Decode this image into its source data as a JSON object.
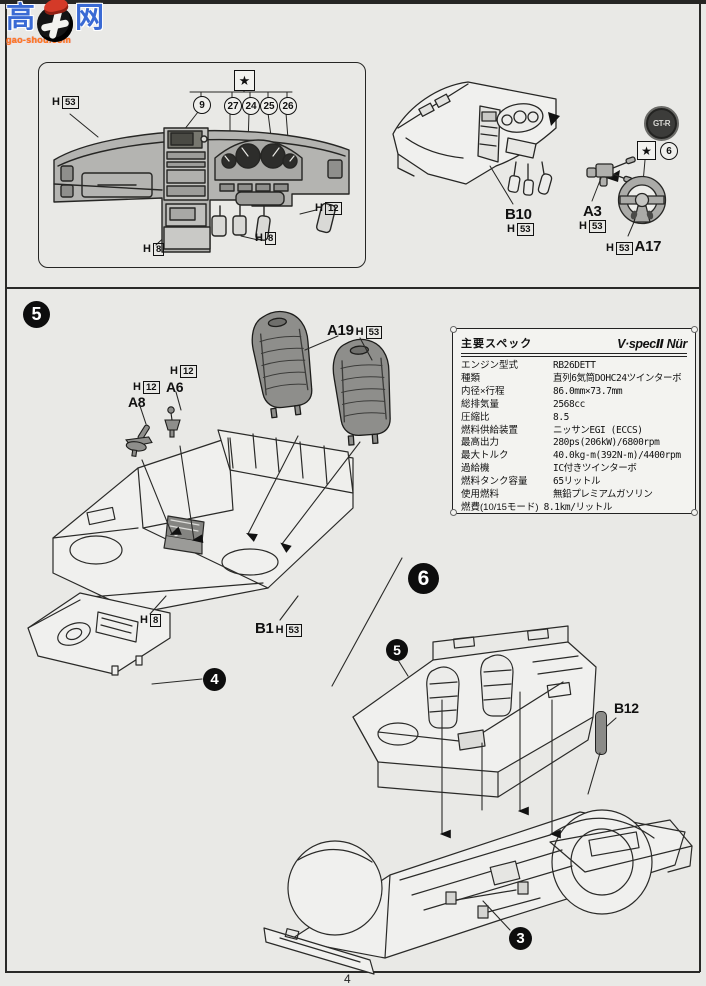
{
  "watermark": {
    "char_left": "高",
    "char_right": "网",
    "domain": "gao-shou.com"
  },
  "page": {
    "number": "4"
  },
  "symbols": {
    "star": "★"
  },
  "gauge_callouts": [
    "9",
    "27",
    "24",
    "25",
    "26"
  ],
  "codes": {
    "h": "H",
    "n53": "53",
    "n12": "12",
    "n8": "8",
    "b10": "B10",
    "a3": "A3",
    "a17": "A17",
    "a19": "A19",
    "a8": "A8",
    "a6": "A6",
    "b1": "B1",
    "b12": "B12",
    "badge": "GT-R"
  },
  "steps": {
    "three": "3",
    "four": "4",
    "five": "5",
    "six": "6",
    "six_small": "6"
  },
  "spec_table": {
    "title": "主要スペック",
    "logo": "V·specⅡ Nür",
    "rows": [
      {
        "label": "エンジン型式",
        "value": "RB26DETT"
      },
      {
        "label": "種類",
        "value": "直列6気筒DOHC24ツインターボ"
      },
      {
        "label": "内径×行程",
        "value": "86.0mm×73.7mm"
      },
      {
        "label": "総排気量",
        "value": "2568cc"
      },
      {
        "label": "圧縮比",
        "value": "8.5"
      },
      {
        "label": "燃料供給装置",
        "value": "ニッサンEGI (ECCS)"
      },
      {
        "label": "最高出力",
        "value": "280ps(206kW)/6800rpm"
      },
      {
        "label": "最大トルク",
        "value": "40.0kg-m(392N-m)/4400rpm"
      },
      {
        "label": "過給機",
        "value": "IC付きツインターボ"
      },
      {
        "label": "燃料タンク容量",
        "value": "65リットル"
      },
      {
        "label": "使用燃料",
        "value": "無鉛プレミアムガソリン"
      },
      {
        "label": "燃費(10/15モード)",
        "value": "8.1km/リットル"
      }
    ]
  }
}
